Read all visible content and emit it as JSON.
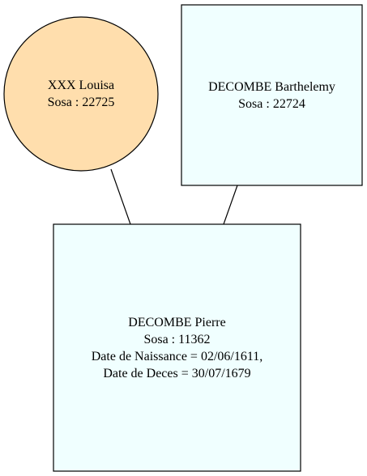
{
  "colors": {
    "female": "#FFDEAD",
    "male": "#F0FFFF",
    "stroke": "#000000"
  },
  "nodes": {
    "mother": {
      "shape": "ellipse",
      "lines": [
        "XXX Louisa",
        "Sosa : 22725"
      ]
    },
    "father": {
      "shape": "box",
      "lines": [
        "DECOMBE Barthelemy",
        "Sosa : 22724"
      ]
    },
    "child": {
      "shape": "box",
      "lines": [
        "DECOMBE Pierre",
        "Sosa : 11362",
        "Date de Naissance = 02/06/1611,",
        "Date de Deces = 30/07/1679"
      ]
    }
  },
  "edges": [
    {
      "from": "mother",
      "to": "child"
    },
    {
      "from": "father",
      "to": "child"
    }
  ]
}
